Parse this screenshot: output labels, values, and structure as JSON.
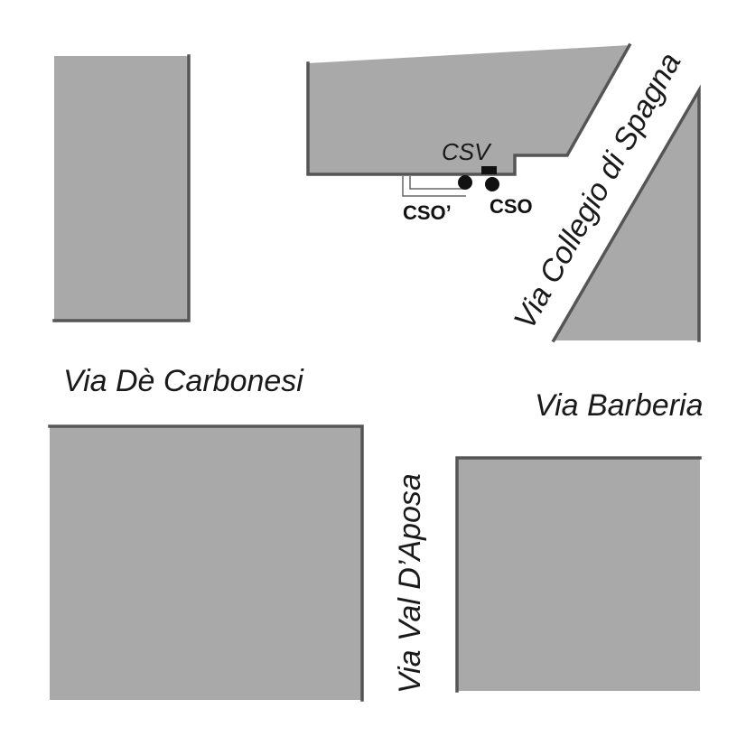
{
  "streets": {
    "carbonesi": "Via Dè Carbonesi",
    "barberia": "Via Barberia",
    "collegio": "Via Collegio di Spagna",
    "aposa": "Via Val D’Aposa"
  },
  "markers": {
    "csv": "CSV",
    "cso": "CSO",
    "cso_prime": "CSO’"
  },
  "colors": {
    "building_fill": "#a9a9a9",
    "building_edge": "#555555",
    "marker": "#111111"
  }
}
